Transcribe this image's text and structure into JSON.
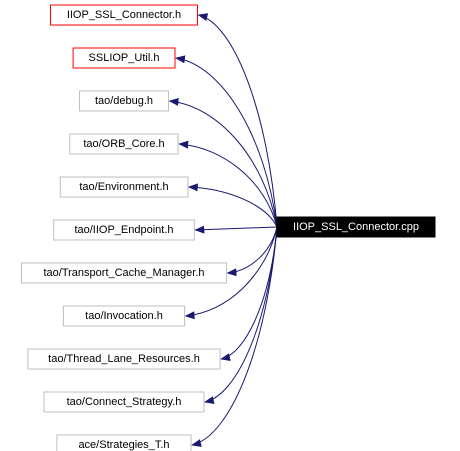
{
  "diagram": {
    "source": {
      "name": "source-node",
      "label": "IIOP_SSL_Connector.cpp",
      "fill": "#000000",
      "text_color": "#ffffff"
    },
    "colors": {
      "edge": "#191970",
      "border_plain": "#bfbfbf",
      "border_highlight": "#ff0000",
      "node_fill": "#ffffff",
      "node_text": "#000000"
    },
    "targets": [
      {
        "name": "include-node-iiop-ssl-connector-h",
        "label": "IIOP_SSL_Connector.h",
        "highlight": true
      },
      {
        "name": "include-node-ssliop-util-h",
        "label": "SSLIOP_Util.h",
        "highlight": true
      },
      {
        "name": "include-node-tao-debug-h",
        "label": "tao/debug.h",
        "highlight": false
      },
      {
        "name": "include-node-tao-orb-core-h",
        "label": "tao/ORB_Core.h",
        "highlight": false
      },
      {
        "name": "include-node-tao-environment-h",
        "label": "tao/Environment.h",
        "highlight": false
      },
      {
        "name": "include-node-tao-iiop-endpoint-h",
        "label": "tao/IIOP_Endpoint.h",
        "highlight": false
      },
      {
        "name": "include-node-tao-transport-cache-manager-h",
        "label": "tao/Transport_Cache_Manager.h",
        "highlight": false
      },
      {
        "name": "include-node-tao-invocation-h",
        "label": "tao/Invocation.h",
        "highlight": false
      },
      {
        "name": "include-node-tao-thread-lane-resources-h",
        "label": "tao/Thread_Lane_Resources.h",
        "highlight": false
      },
      {
        "name": "include-node-tao-connect-strategy-h",
        "label": "tao/Connect_Strategy.h",
        "highlight": false
      },
      {
        "name": "include-node-ace-strategies-t-h",
        "label": "ace/Strategies_T.h",
        "highlight": false
      }
    ]
  }
}
